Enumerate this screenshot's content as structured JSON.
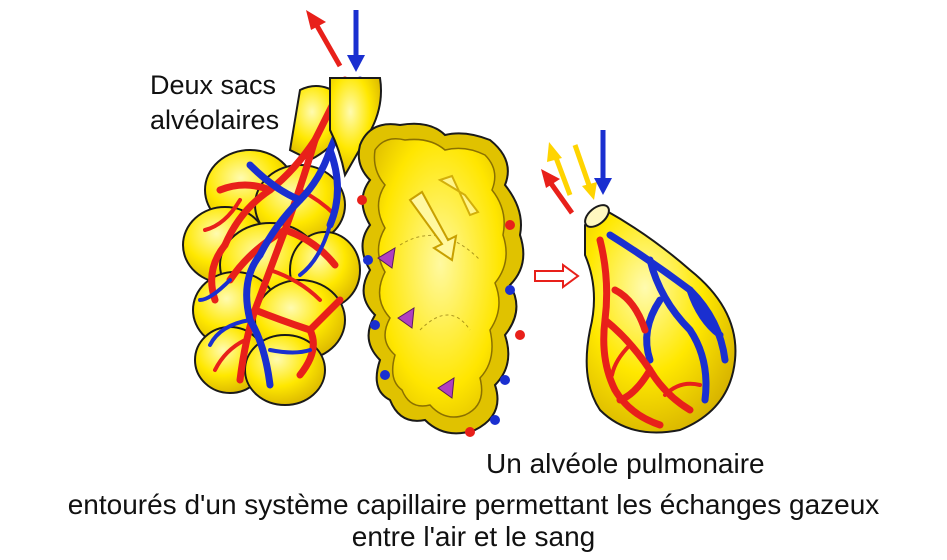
{
  "labels": {
    "sacs_line1": "Deux sacs",
    "sacs_line2": "alvéolaires",
    "single_alveolus": "Un alvéole pulmonaire"
  },
  "caption": {
    "line1": "entourés d'un système capillaire permettant les échanges gazeux",
    "line2": "entre l'air et le sang"
  },
  "colors": {
    "alveolus_fill": "#ffe800",
    "alveolus_dark": "#d8b800",
    "arteriole_red": "#e8201a",
    "venule_blue": "#1a2fd0",
    "gas_arrow_yellow": "#ffd400",
    "diffusion_arrow": "#b040c0",
    "outline": "#1a1a1a"
  },
  "icons": {
    "blood_in": "arrow-down-blue",
    "blood_out": "arrow-up-red",
    "air_exchange": "arrows-up-down-yellow",
    "zoom_link": "arrow-right-outline"
  }
}
